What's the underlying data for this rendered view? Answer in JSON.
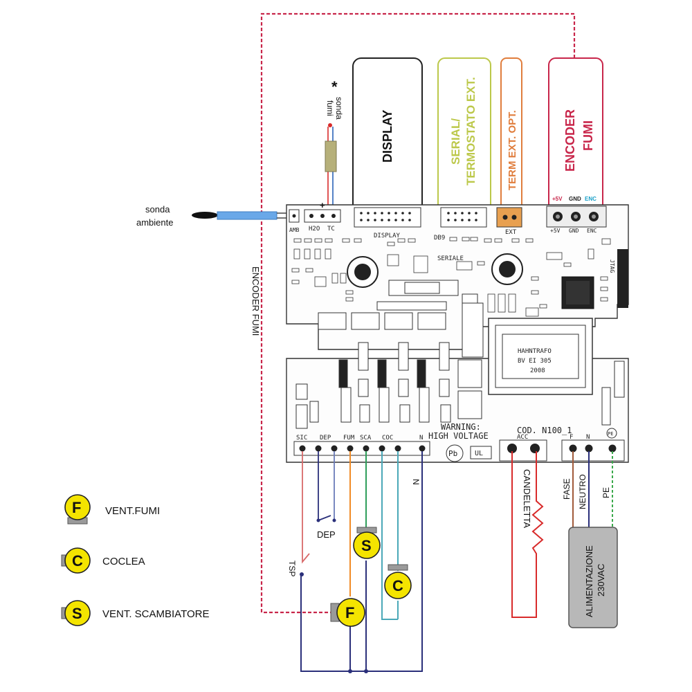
{
  "modules": {
    "display": "DISPLAY",
    "serial": [
      "SERIAL/",
      "TERMOSTATO EXT."
    ],
    "term": "TERM EXT. OPT.",
    "encoder": [
      "ENCODER",
      "FUMI"
    ]
  },
  "encoder_pins": {
    "p5v": "+5V",
    "gnd": "GND",
    "enc": "ENC"
  },
  "board": {
    "hdr_amb": "AMB",
    "hdr_h2o": "H2O",
    "hdr_tc": "TC",
    "plus": "+",
    "cn_display": "DISPLAY",
    "cn_db9": "DB9",
    "cn_seriale": "SERIALE",
    "cn_ext": "EXT",
    "pin_5v": "+5V",
    "pin_gnd": "GND",
    "pin_enc": "ENC",
    "jtag": "JTAG",
    "trafo": [
      "HAHNTRAFO",
      "BV EI 305",
      "2008"
    ],
    "warning": [
      "WARNING:",
      "HIGH VOLTAGE"
    ],
    "cod": "COD. N100_1",
    "terminals_left": [
      "SIC",
      "DEP",
      "FUM",
      "SCA",
      "COC",
      "N"
    ],
    "terminal_acc": "ACC",
    "terminal_f": "F",
    "terminal_n": "N",
    "pe_mark": "PE",
    "pb_mark": "Pb",
    "ul_mark": "UL"
  },
  "labels": {
    "sonda_ambiente": [
      "sonda",
      "ambiente"
    ],
    "sonda_fumi_star": "*",
    "sonda_fumi": [
      "sonda",
      "fumi"
    ],
    "encoder_wire": "ENCODER FUMI",
    "n_wire": "N",
    "candeletta": "CANDELETTA",
    "fase": "FASE",
    "neutro": "NEUTRO",
    "pe": "PE",
    "dep": "DEP",
    "tsp": "TSP",
    "alimentazione": [
      "ALIMENTAZIONE",
      "230VAC"
    ]
  },
  "motor_letters": {
    "f": "F",
    "s": "S",
    "c": "C"
  },
  "legend": [
    {
      "symbol": "F",
      "text": "VENT.FUMI"
    },
    {
      "symbol": "C",
      "text": "COCLEA"
    },
    {
      "symbol": "S",
      "text": "VENT. SCAMBIATORE"
    }
  ],
  "colors": {
    "encoder_dashed": "#c8264a",
    "display_border": "#222222",
    "serial_border": "#bcc84a",
    "term_border": "#e07d3c",
    "encoder_border": "#c8264a",
    "motor_fill": "#f4e400",
    "wire_navy": "#2a2f7a",
    "wire_orange": "#f08a24",
    "wire_green": "#2e9e5a",
    "wire_teal": "#4aa8b8",
    "wire_red": "#d82a2a",
    "wire_brown": "#a05a3a",
    "wire_pe": "#3aa84a",
    "probe_blue": "#6aa8e8"
  }
}
